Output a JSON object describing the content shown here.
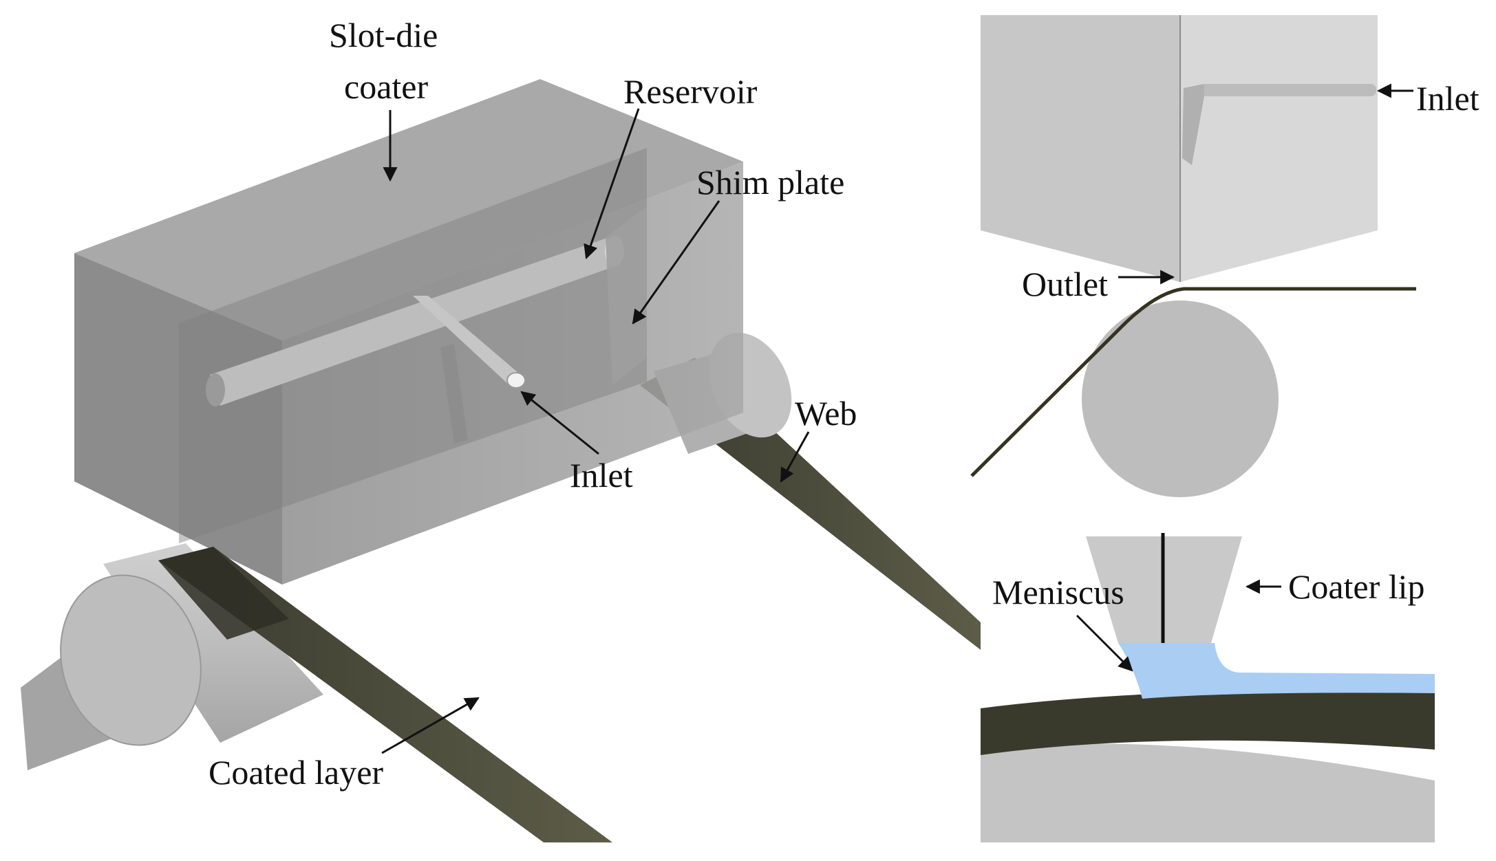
{
  "labels": {
    "slot_die_coater_line1": "Slot-die",
    "slot_die_coater_line2": "coater",
    "reservoir": "Reservoir",
    "shim_plate": "Shim plate",
    "inlet_main": "Inlet",
    "web": "Web",
    "coated_layer": "Coated layer",
    "inlet_side": "Inlet",
    "outlet": "Outlet",
    "meniscus": "Meniscus",
    "coater_lip": "Coater lip"
  },
  "colors": {
    "coater_body": "#9c9c9c",
    "roller": "#b5b5b5",
    "web": "#4a4a3a",
    "coating_liquid": "#a9cdf3",
    "label_text": "#111111"
  }
}
